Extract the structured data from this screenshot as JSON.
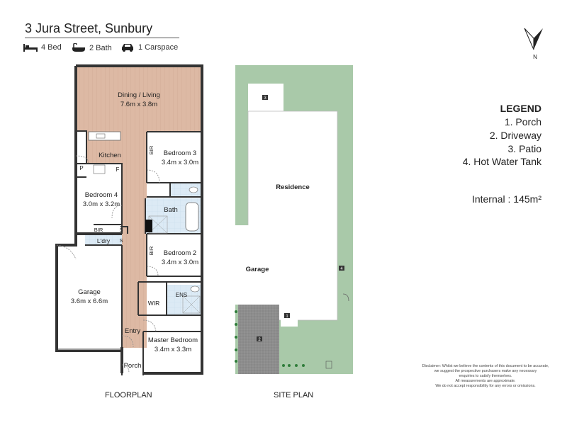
{
  "header": {
    "address": "3 Jura Street, Sunbury",
    "features": [
      {
        "icon": "bed-icon",
        "label": "4 Bed"
      },
      {
        "icon": "bath-icon",
        "label": "2 Bath"
      },
      {
        "icon": "car-icon",
        "label": "1 Carspace"
      }
    ]
  },
  "compass": {
    "label": "N"
  },
  "floorplan": {
    "caption": "FLOORPLAN",
    "rooms": {
      "dining": {
        "name": "Dining / Living",
        "size": "7.6m x 3.8m"
      },
      "kitchen": {
        "name": "Kitchen"
      },
      "pantry": {
        "name": "P"
      },
      "fridge": {
        "name": "F"
      },
      "bedroom3": {
        "name": "Bedroom 3",
        "size": "3.4m x 3.0m"
      },
      "bir3": {
        "name": "BIR"
      },
      "bedroom4": {
        "name": "Bedroom 4",
        "size": "3.0m x 3.2m"
      },
      "bir4": {
        "name": "BIR"
      },
      "s1": {
        "name": "S"
      },
      "s2": {
        "name": "S"
      },
      "laundry": {
        "name": "L'dry"
      },
      "bath": {
        "name": "Bath"
      },
      "bedroom2": {
        "name": "Bedroom 2",
        "size": "3.4m x 3.0m"
      },
      "bir2": {
        "name": "BIR"
      },
      "garage": {
        "name": "Garage",
        "size": "3.6m x 6.6m"
      },
      "ens": {
        "name": "ENS"
      },
      "wir": {
        "name": "WIR"
      },
      "entry": {
        "name": "Entry"
      },
      "master": {
        "name": "Master Bedroom",
        "size": "3.4m x 3.3m"
      },
      "porch": {
        "name": "Porch"
      }
    }
  },
  "siteplan": {
    "caption": "SITE PLAN",
    "residence": "Residence",
    "garage": "Garage",
    "markers": {
      "porch": "1",
      "driveway": "2",
      "patio": "3",
      "tank": "4"
    }
  },
  "legend": {
    "title": "LEGEND",
    "items": [
      "1. Porch",
      "2. Driveway",
      "3. Patio",
      "4. Hot Water Tank"
    ]
  },
  "internal": "Internal : 145m²",
  "disclaimer": [
    "Disclaimer: Whilst we believe the contents of this document to be accurate,",
    "we suggest the prospective purchasers make any necessary",
    "enquiries to satisfy themselves.",
    "All measurements are approximate.",
    "We do not accept responsibility for any errors or omissions."
  ],
  "colors": {
    "floor_timber": "#ddb9a4",
    "tile": "#dceaf5",
    "grass": "#a9c9a9",
    "driveway": "#8d8d8d",
    "wall": "#333333"
  }
}
